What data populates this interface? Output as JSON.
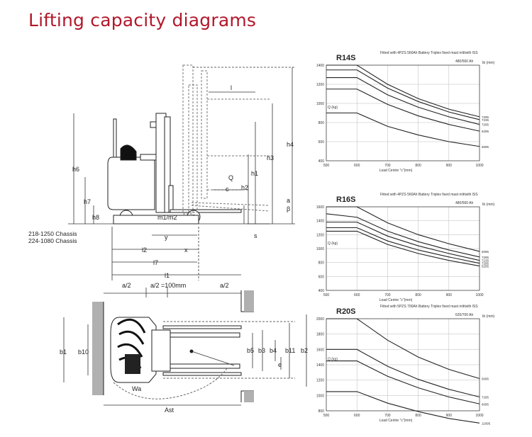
{
  "page_title": "Lifting capacity diagrams",
  "chassis": [
    "218-1250 Chassis",
    "224-1080 Chassis"
  ],
  "side_view_labels": {
    "l": "l",
    "h4": "h4",
    "h3": "h3",
    "h1": "h1",
    "h2": "h2",
    "h6": "h6",
    "h7": "h7",
    "h8": "h8",
    "Q": "Q",
    "c": "c",
    "a": "a",
    "b": "β",
    "s": "s",
    "m1m2": "m1/m2",
    "y": "y",
    "l2": "l2",
    "x": "x",
    "l7": "l7",
    "l1": "l1"
  },
  "top_view_labels": {
    "a2_left": "a/2",
    "a2_mid": "a/2 =100mm",
    "a2_right": "a/2",
    "b1": "b1",
    "b10": "b10",
    "b5": "b5",
    "b3": "b3",
    "b4": "b4",
    "e": "e",
    "b11": "b11",
    "b2": "b2",
    "Wa": "Wa",
    "Ast": "Ast"
  },
  "chart_data": [
    {
      "type": "line",
      "title": "R14S",
      "subtitle": "Fitted with 4PZS 560Ah Battery Triplex fixed mast mlt/with lSS",
      "capacity_note": "480/560 Ah",
      "unit_label": "Ib (mm)",
      "ylabel": "Q (kg)",
      "xlabel": "Load Centre \"c\"(mm)",
      "x": [
        500,
        600,
        700,
        800,
        900,
        1000
      ],
      "ylim": [
        400,
        1400
      ],
      "yticks": [
        400,
        600,
        800,
        1000,
        1200,
        1400
      ],
      "y_tick_labels": [
        "400",
        "600",
        "800",
        "1000",
        "1200",
        "1400"
      ],
      "series": [
        {
          "name": "7295",
          "values": [
            1400,
            1400,
            1200,
            1050,
            940,
            860
          ]
        },
        {
          "name": "7235",
          "values": [
            1350,
            1350,
            1160,
            1020,
            910,
            830
          ]
        },
        {
          "name": "7295",
          "values": [
            1270,
            1270,
            1090,
            960,
            860,
            780
          ]
        },
        {
          "name": "6295",
          "values": [
            1150,
            1150,
            990,
            870,
            780,
            710
          ]
        },
        {
          "name": "6695",
          "values": [
            900,
            900,
            760,
            670,
            600,
            550
          ]
        }
      ],
      "series_label_text": [
        "7295",
        "7235",
        "7295",
        "6295",
        "6695"
      ]
    },
    {
      "type": "line",
      "title": "R16S",
      "subtitle": "Fitted with 4PZS 560Ah Battery Triplex fixed mast mlt/with lSS",
      "capacity_note": "480/560 Ah",
      "unit_label": "Ib (mm)",
      "ylabel": "Q (kg)",
      "xlabel": "Load Centre \"c\"(mm)",
      "x": [
        500,
        600,
        700,
        800,
        900,
        1000
      ],
      "ylim": [
        400,
        1600
      ],
      "yticks": [
        400,
        600,
        800,
        1000,
        1200,
        1400,
        1600
      ],
      "y_tick_labels": [
        "400",
        "600",
        "800",
        "1000",
        "1200",
        "1400",
        "1600"
      ],
      "series": [
        {
          "name": "6095",
          "values": [
            1600,
            1600,
            1370,
            1200,
            1070,
            960
          ]
        },
        {
          "name": "7295",
          "values": [
            1500,
            1450,
            1250,
            1100,
            980,
            880
          ]
        },
        {
          "name": "7235",
          "values": [
            1380,
            1380,
            1180,
            1040,
            930,
            830
          ]
        },
        {
          "name": "7295",
          "values": [
            1300,
            1300,
            1110,
            980,
            880,
            790
          ]
        },
        {
          "name": "5295",
          "values": [
            1250,
            1250,
            1060,
            930,
            830,
            750
          ]
        }
      ],
      "series_label_text": [
        "6095",
        "7295",
        "7235",
        "7295",
        "5295"
      ]
    },
    {
      "type": "line",
      "title": "R20S",
      "subtitle": "Fitted with 5PZS 700Ah Battery Triplex fixed mast mlt/with lSS",
      "capacity_note": "620/700 Ah",
      "unit_label": "Ib (mm)",
      "ylabel": "Q (kg)",
      "xlabel": "Load Centre \"c\"(mm)",
      "x": [
        500,
        600,
        700,
        800,
        900,
        1000
      ],
      "ylim": [
        800,
        2000
      ],
      "yticks": [
        800,
        1000,
        1200,
        1400,
        1600,
        1800,
        2000
      ],
      "y_tick_labels": [
        "800",
        "1000",
        "1200",
        "1400",
        "1600",
        "1800",
        "2000"
      ],
      "series": [
        {
          "name": "6095",
          "values": [
            2000,
            2000,
            1720,
            1500,
            1340,
            1220
          ]
        },
        {
          "name": "7295",
          "values": [
            1600,
            1600,
            1380,
            1210,
            1080,
            980
          ]
        },
        {
          "name": "6095",
          "values": [
            1450,
            1450,
            1250,
            1100,
            980,
            890
          ]
        },
        {
          "name": "11695",
          "values": [
            1050,
            1050,
            900,
            790,
            700,
            640
          ]
        }
      ],
      "series_label_text": [
        "6095",
        "7295",
        "6095",
        "11695"
      ]
    }
  ]
}
